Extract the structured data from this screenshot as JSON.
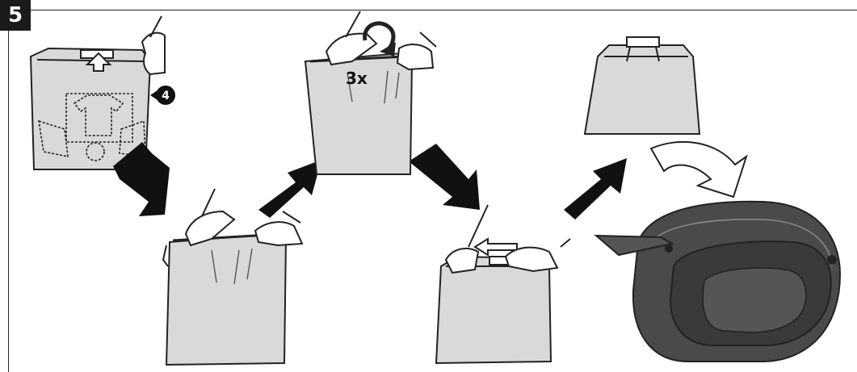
{
  "step_number": "5",
  "labels": {
    "ref_step": "4",
    "roll_count": "3x"
  },
  "colors": {
    "bag_fill": "#d9d9d9",
    "bag_dark": "#4a4a4a",
    "arrow": "#111111",
    "outline": "#222222"
  }
}
